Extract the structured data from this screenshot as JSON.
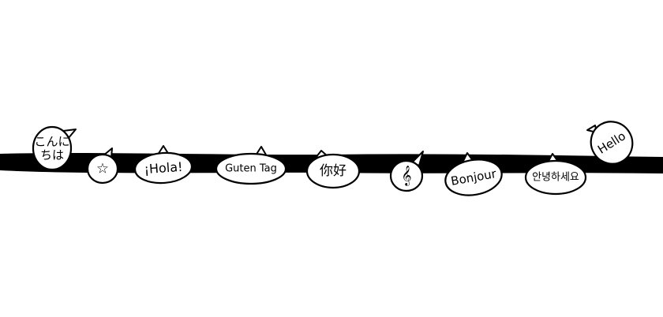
{
  "illustration": {
    "band_color": "#000000",
    "bubble_fill": "#ffffff",
    "stroke_color": "#000000",
    "bubbles": [
      {
        "text_lines": [
          "こんに",
          "ちは"
        ],
        "icon": null
      },
      {
        "text_lines": [],
        "icon": "star-icon",
        "glyph": "☆"
      },
      {
        "text_lines": [
          "¡Hola!"
        ],
        "icon": null
      },
      {
        "text_lines": [
          "Guten Tag"
        ],
        "icon": null
      },
      {
        "text_lines": [
          "你好"
        ],
        "icon": null
      },
      {
        "text_lines": [],
        "icon": "treble-clef-icon",
        "glyph": "𝄞"
      },
      {
        "text_lines": [
          "Bonjour"
        ],
        "icon": null
      },
      {
        "text_lines": [
          "안녕하세요"
        ],
        "icon": null
      },
      {
        "text_lines": [
          "Hello"
        ],
        "icon": null
      }
    ]
  }
}
